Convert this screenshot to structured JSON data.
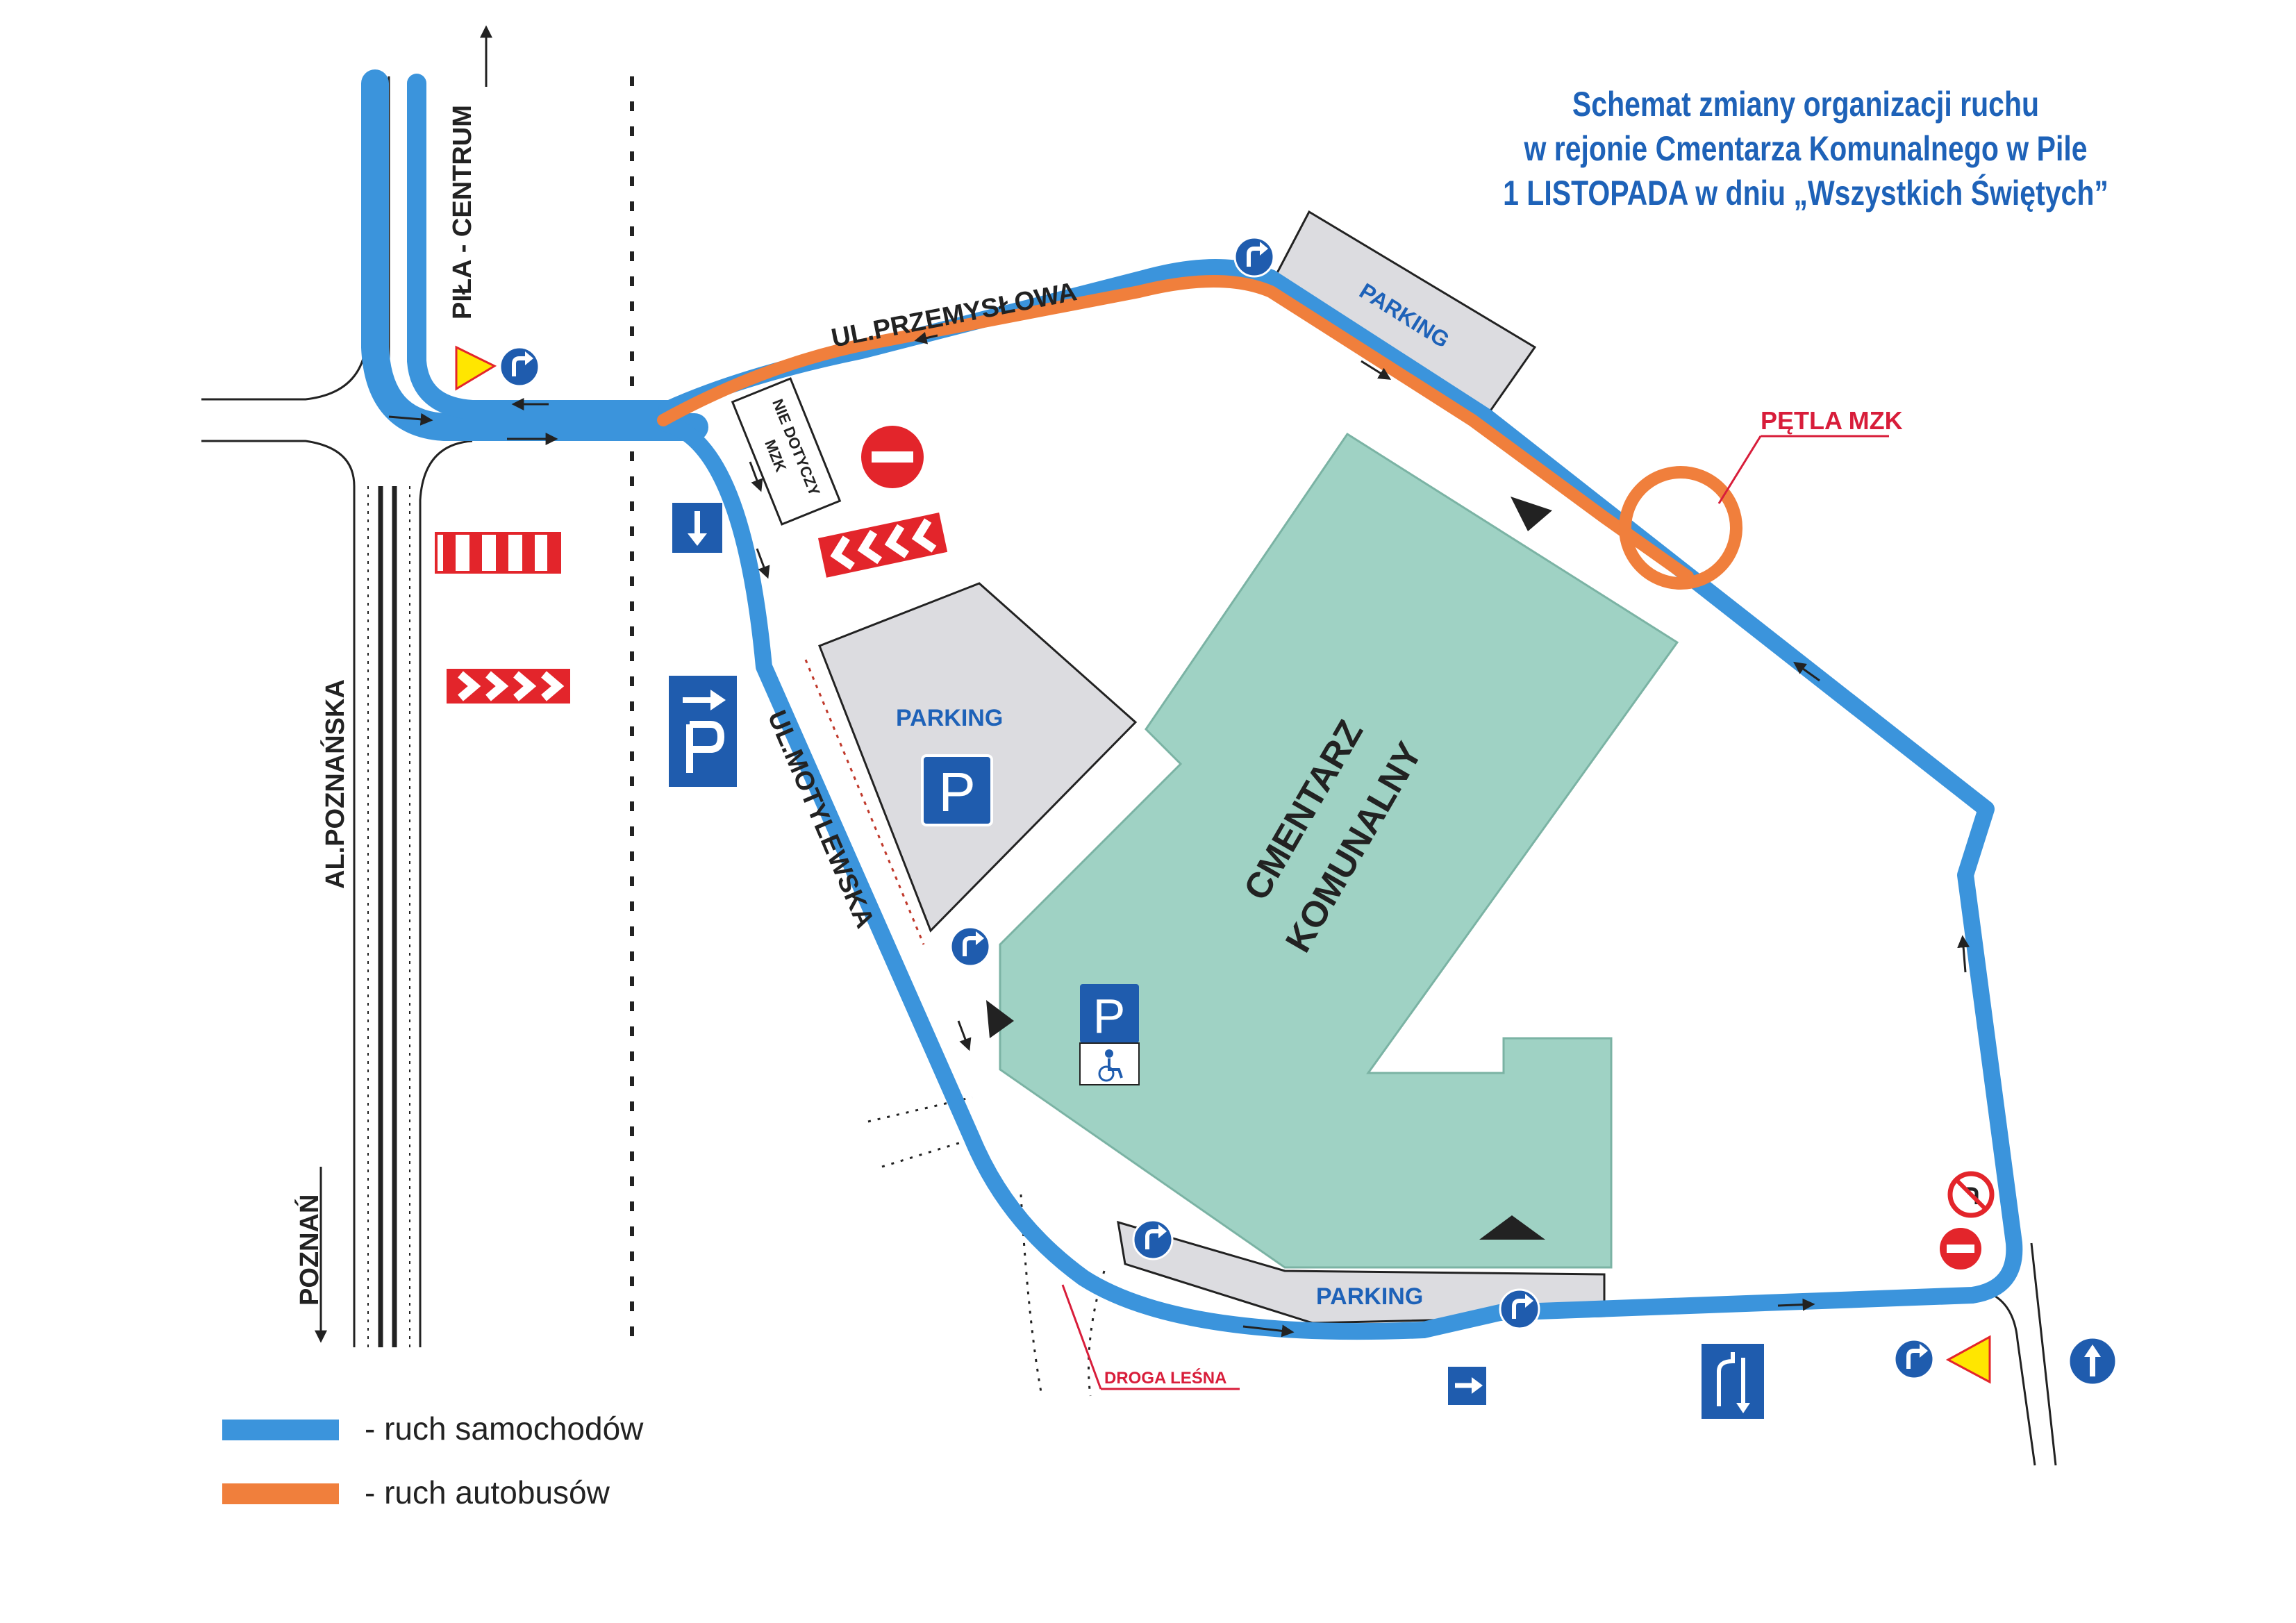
{
  "title": {
    "line1": "Schemat zmiany organizacji ruchu",
    "line2": "w rejonie Cmentarza Komunalnego w Pile",
    "line3": "1 LISTOPADA w dniu „Wszystkich Świętych”"
  },
  "labels": {
    "pila_centrum": "PIŁA - CENTRUM",
    "poznan": "POZNAŃ",
    "al_poznanska": "AL.POZNAŃSKA",
    "ul_przemyslowa": "UL.PRZEMYSŁOWA",
    "ul_motylewska": "UL.MOTYLEWSKA",
    "cmentarz_line1": "CMENTARZ",
    "cmentarz_line2": "KOMUNALNY",
    "parking": "PARKING",
    "petla_mzk": "PĘTLA MZK",
    "droga_lesna": "DROGA LEŚNA",
    "nie_dotyczy_line1": "NIE DOTYCZY",
    "nie_dotyczy_line2": "MZK",
    "parking_sign_letter": "P"
  },
  "legend": [
    {
      "text": "- ruch samochodów",
      "color": "#3b94dc"
    },
    {
      "text": "- ruch autobusów",
      "color": "#f07f3c"
    }
  ],
  "colors": {
    "car_route": "#3b94dc",
    "bus_route": "#f07f3c",
    "cemetery": "#9fd2c4",
    "parking_area": "#dcdce0",
    "sign_blue": "#1f5cae",
    "sign_red": "#e3252b",
    "warning_yellow": "#ffe600",
    "label_red": "#d81d3a",
    "title_blue": "#1e62b8"
  },
  "icons": [
    "turn-right-sign-icon",
    "turn-left-sign-icon",
    "no-entry-sign-icon",
    "no-left-turn-sign-icon",
    "ahead-only-sign-icon",
    "keep-lanes-sign-icon",
    "give-way-sign-icon",
    "chevron-barrier-icon",
    "parking-sign-icon",
    "disabled-parking-icon",
    "one-way-sign-icon",
    "direction-arrow-icon"
  ]
}
